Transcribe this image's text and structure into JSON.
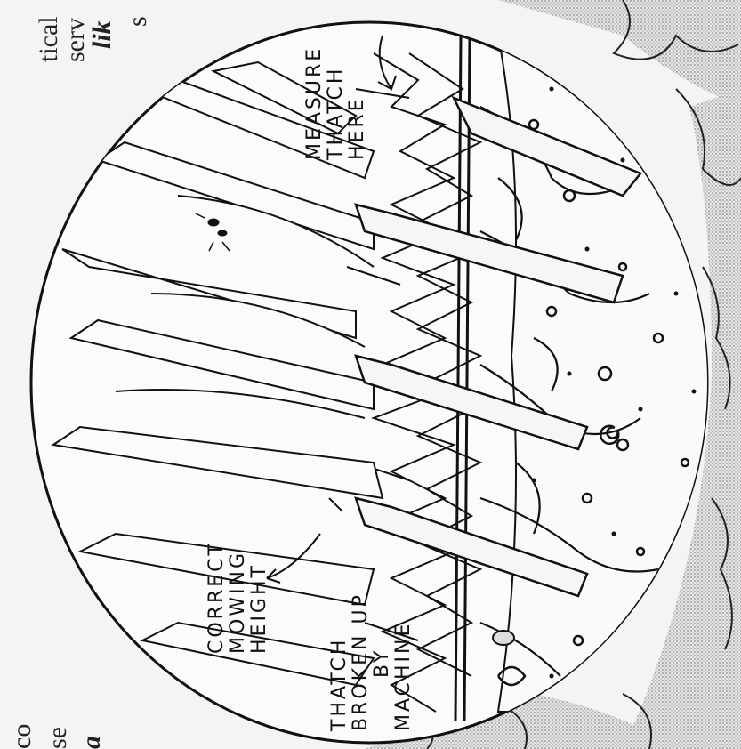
{
  "labels": {
    "measure": [
      "MEASURE",
      "THATCH",
      "HERE"
    ],
    "mowing": [
      "CORRECT",
      "MOWING",
      "HEIGHT"
    ],
    "broken": [
      "THATCH",
      "BROKEN UP",
      "BY",
      "MACHINE"
    ]
  },
  "page_fragments": {
    "top_left": "tical",
    "top_mid": "serv",
    "top_italic": "lik",
    "top_s": "s",
    "bottom_a": "a",
    "bottom_se": "se",
    "bottom_co": "co"
  },
  "colors": {
    "ink": "#111111",
    "paper": "#f4f4f2",
    "halftone": "#bcbcbc"
  }
}
